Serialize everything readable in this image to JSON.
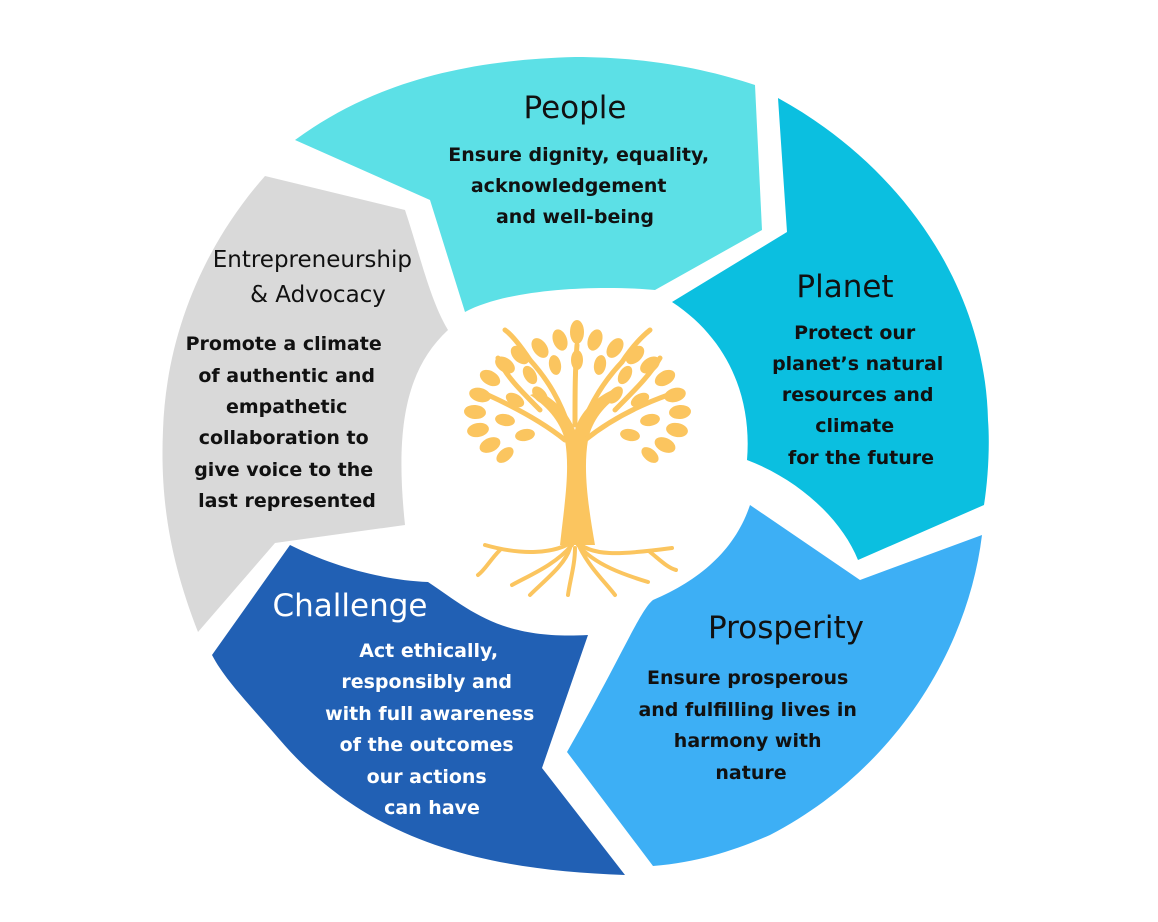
{
  "colors": {
    "people": "#5ce0e6",
    "planet": "#0bbfe0",
    "prosperity": "#3daff5",
    "challenge": "#2160b4",
    "entrepreneurship": "#d9d9d9",
    "tree": "#fbc55f",
    "dark_text": "#111111",
    "light_text": "#ffffff"
  },
  "center_icon": "tree-of-life-icon",
  "segments": {
    "people": {
      "title": "People",
      "body": [
        "Ensure dignity, equality,",
        "acknowledgement",
        "and well-being"
      ]
    },
    "planet": {
      "title": "Planet",
      "body": [
        "Protect our",
        "planet’s natural",
        "resources and",
        "climate",
        "for the future"
      ]
    },
    "prosperity": {
      "title": "Prosperity",
      "body": [
        "Ensure prosperous",
        "and fulfilling lives in",
        "harmony with",
        "nature"
      ]
    },
    "challenge": {
      "title": "Challenge",
      "body": [
        "Act ethically,",
        "responsibly and",
        "with full awareness",
        "of the outcomes",
        "our actions",
        "can have"
      ]
    },
    "entrepreneurship": {
      "title": [
        "Entrepreneurship",
        "& Advocacy"
      ],
      "body": [
        "Promote a climate",
        "of authentic and",
        "empathetic",
        "collaboration to",
        "give voice to the",
        "last represented"
      ]
    }
  }
}
